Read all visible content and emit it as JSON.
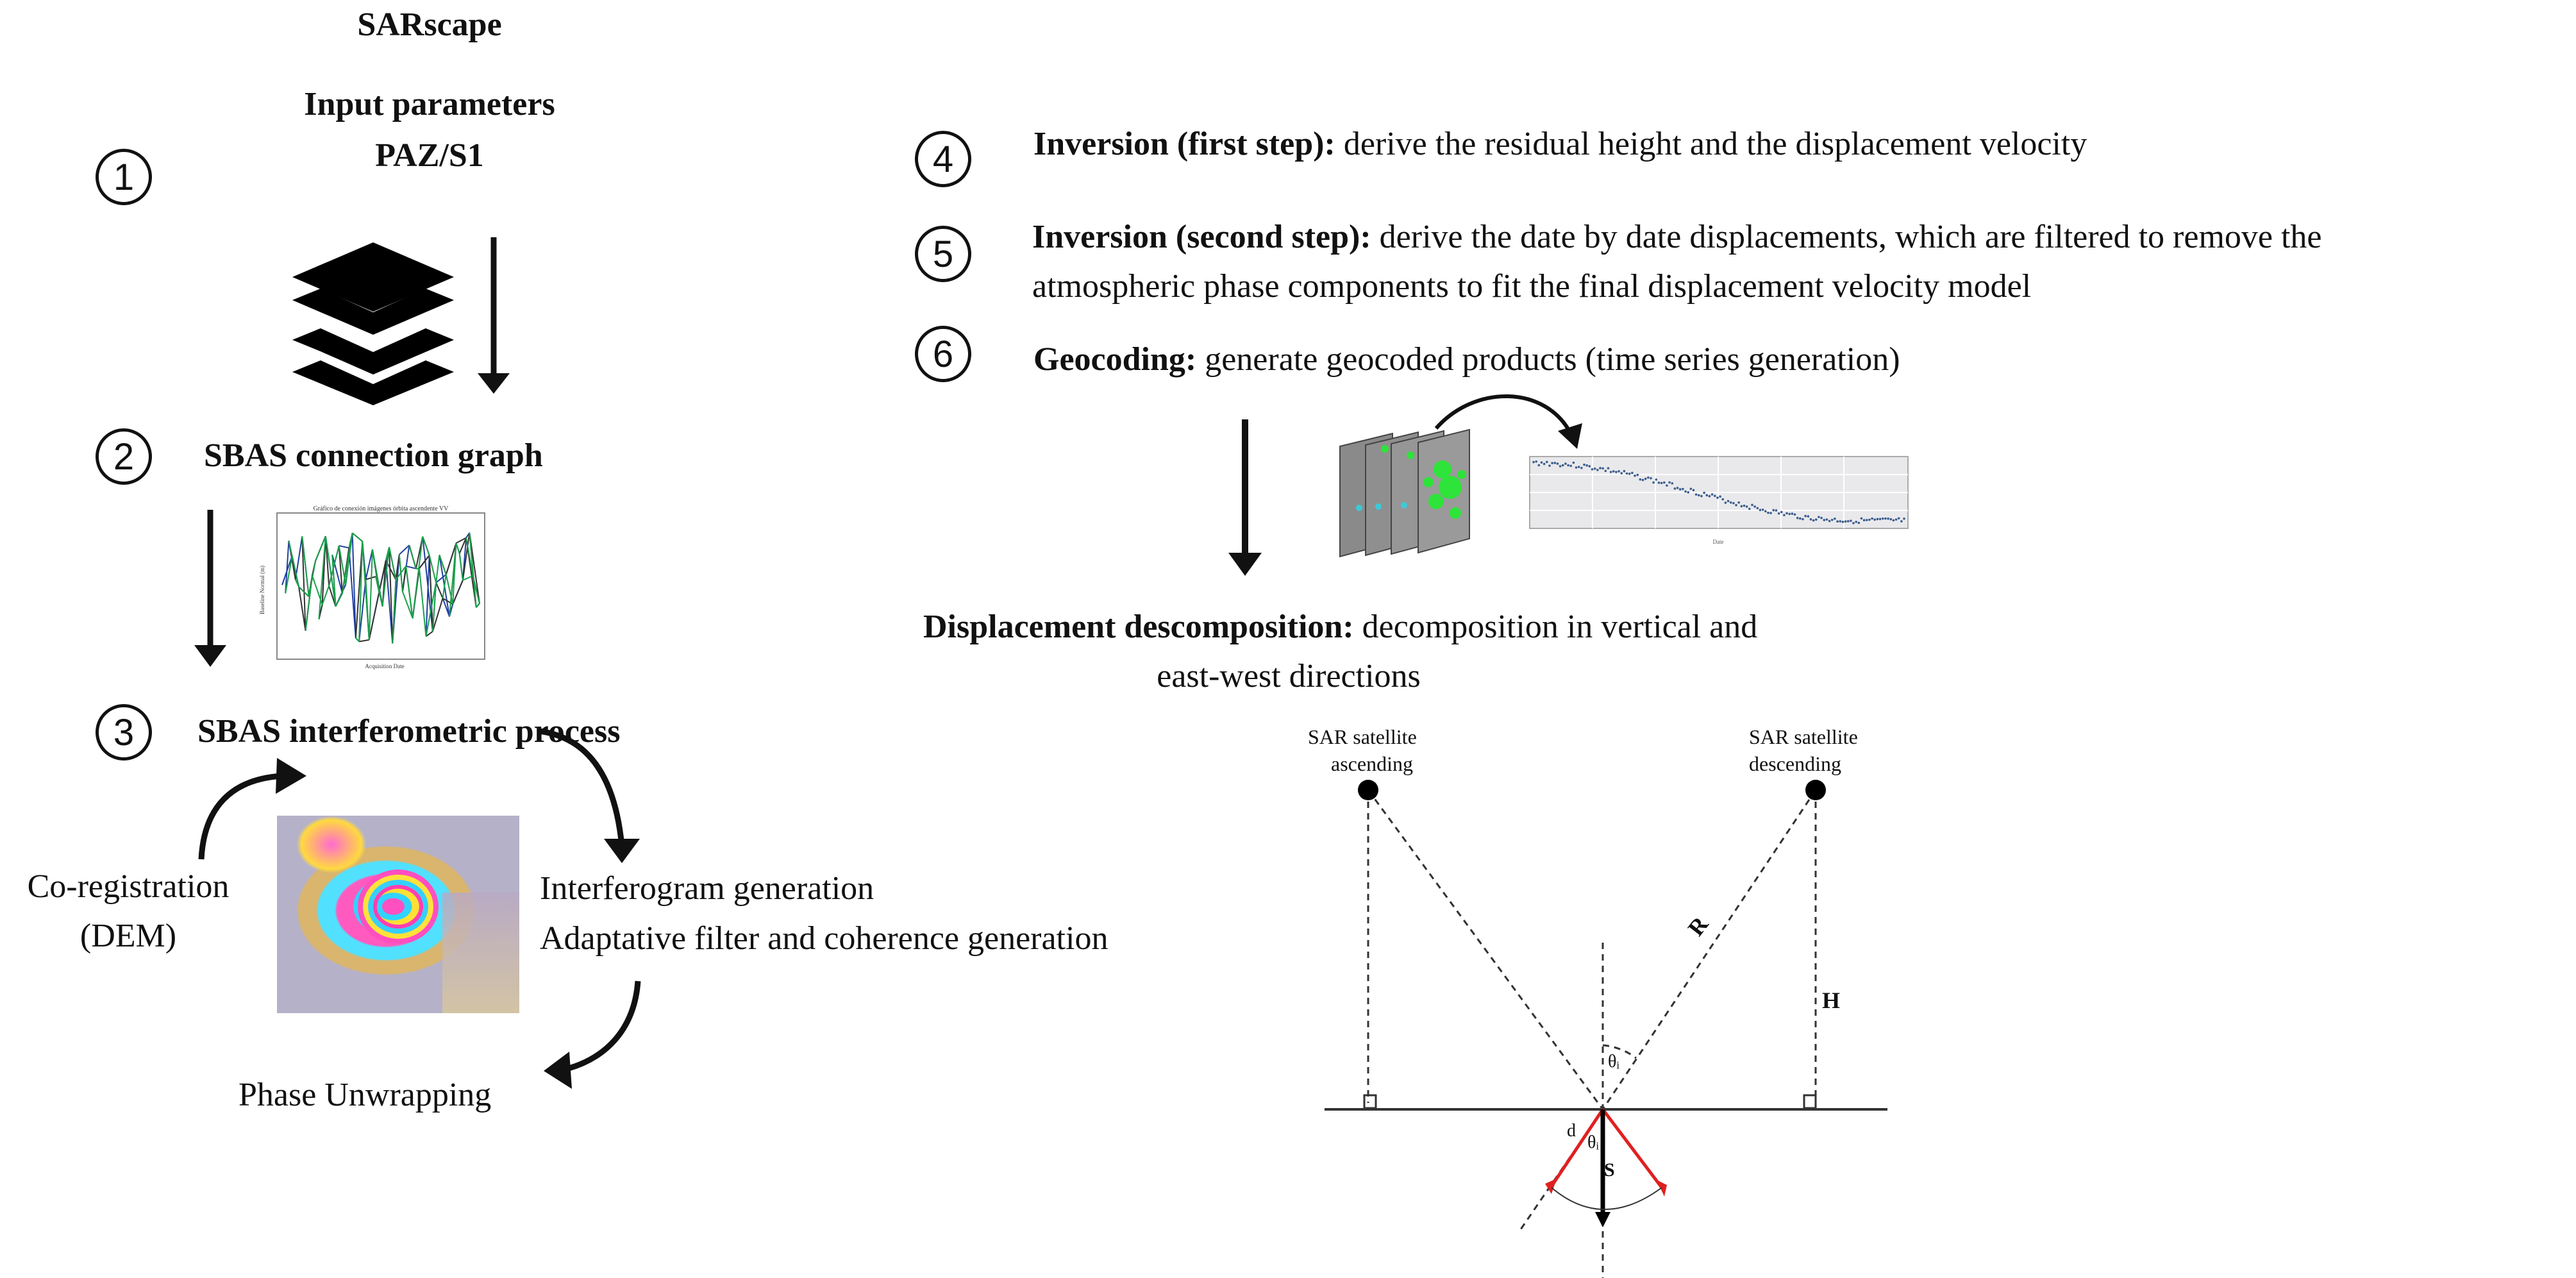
{
  "left": {
    "title": "SARscape",
    "input_line1": "Input parameters",
    "input_line2": "PAZ/S1",
    "step1": "1",
    "step2": "2",
    "step2_label": "SBAS connection graph",
    "step3": "3",
    "step3_label": "SBAS interferometric process",
    "coreg_line1": "Co-registration",
    "coreg_line2": "(DEM)",
    "interferogram": "Interferogram generation",
    "filter": "Adaptative filter and coherence generation",
    "unwrap": "Phase Unwrapping",
    "graph_title": "Gráfico de conexión imágenes órbita ascendente VV",
    "graph_ylabel": "Baseline Normal (m)",
    "graph_xlabel": "Acquisition Date"
  },
  "right": {
    "step4": "4",
    "step4_bold": "Inversion (first step):",
    "step4_text": " derive the residual height and the displacement velocity",
    "step5": "5",
    "step5_bold": "Inversion (second step):",
    "step5_text": " derive the date by date displacements, which are filtered to remove the",
    "step5_line2": "atmospheric phase components to fit the final displacement velocity model",
    "step6": "6",
    "step6_bold": "Geocoding:",
    "step6_text": " generate geocoded products (time series generation)",
    "decomp_bold": "Displacement descomposition:",
    "decomp_text": " decomposition in vertical and",
    "decomp_line2": "east-west directions",
    "ts_xlabel": "Date"
  },
  "geometry_diagram": {
    "sat_asc_line1": "SAR satellite",
    "sat_asc_line2": "ascending",
    "sat_desc_line1": "SAR satellite",
    "sat_desc_line2": "descending",
    "label_R": "R",
    "label_H": "H",
    "label_theta": "θᵢ",
    "label_theta2": "θᵢ",
    "label_d": "d",
    "label_S": "S"
  },
  "colors": {
    "ink": "#111111",
    "displacement_red": "#e02020",
    "grid_bg": "#e9e9ec",
    "series_blue": "#1f3fa0",
    "series_green": "#1aa04a"
  }
}
